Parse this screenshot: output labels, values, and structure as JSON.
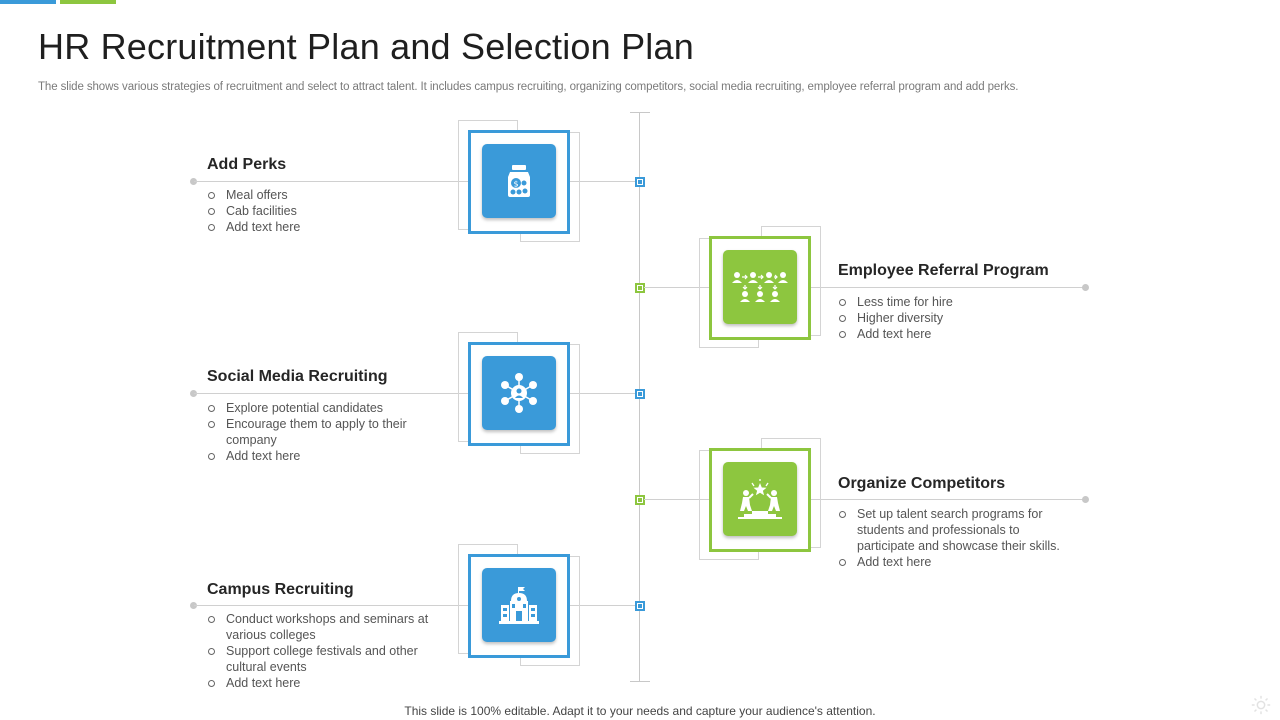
{
  "title": "HR Recruitment Plan and Selection Plan",
  "subtitle": "The slide shows various strategies of recruitment and select to attract talent. It includes campus recruiting, organizing competitors, social media recruiting, employee referral program and add perks.",
  "footer": "This slide is 100% editable. Adapt it to your needs and capture your audience's attention.",
  "colors": {
    "blue": "#3a9ad9",
    "green": "#8dc63f"
  },
  "items": [
    {
      "heading": "Add Perks",
      "icon": "money-jar-icon",
      "color": "blue",
      "bullets": [
        "Meal offers",
        "Cab facilities",
        "Add text here"
      ]
    },
    {
      "heading": "Employee Referral Program",
      "icon": "referral-network-icon",
      "color": "green",
      "bullets": [
        "Less time for hire",
        "Higher diversity",
        "Add text here"
      ]
    },
    {
      "heading": "Social Media Recruiting",
      "icon": "social-network-icon",
      "color": "blue",
      "bullets": [
        "Explore potential candidates",
        "Encourage them to apply to their company",
        "Add text here"
      ]
    },
    {
      "heading": "Organize Competitors",
      "icon": "competition-podium-icon",
      "color": "green",
      "bullets": [
        "Set up talent search programs for students and professionals to participate and showcase their skills.",
        "Add text here"
      ]
    },
    {
      "heading": "Campus Recruiting",
      "icon": "college-building-icon",
      "color": "blue",
      "bullets": [
        "Conduct workshops and seminars at various colleges",
        "Support college festivals and other cultural events",
        "Add text here"
      ]
    }
  ]
}
